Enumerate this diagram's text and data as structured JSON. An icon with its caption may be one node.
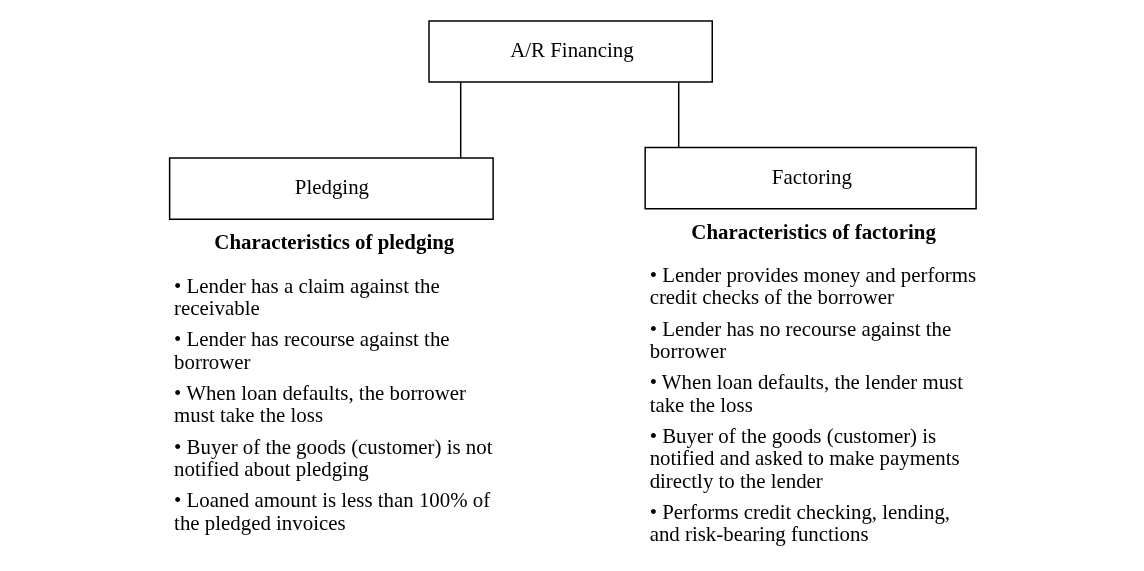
{
  "diagram": {
    "nodes": [
      {
        "text": [
          "A/R Financing"
        ]
      },
      {
        "text": [
          "Pledging"
        ],
        "beside": [
          "Characteristics of pledging",
          "• Lender has a claim against the receivable",
          "• Lender has recourse against the borrower",
          "• When loan defaults, the borrower must take the loss",
          "• Buyer of the goods (customer) is not notified about pledging",
          "• Loaned amount is less than 100% of the pledged invoices"
        ]
      },
      {
        "text": [
          "Factoring"
        ],
        "beside": [
          "Characteristics of factoring",
          "• Lender provides money and performs credit checks of the borrower",
          "• Lender has no recourse against the borrower",
          "• When loan defaults, the lender must take the loss",
          "• Buyer of the goods (customer) is notified and asked to make payments directly to the lender",
          "• Performs credit checking, lending, and risk-bearing functions"
        ]
      }
    ],
    "edges": [
      {
        "from": 0,
        "to": 1,
        "arrow": "none"
      },
      {
        "from": 0,
        "to": 2,
        "arrow": "none"
      }
    ]
  }
}
